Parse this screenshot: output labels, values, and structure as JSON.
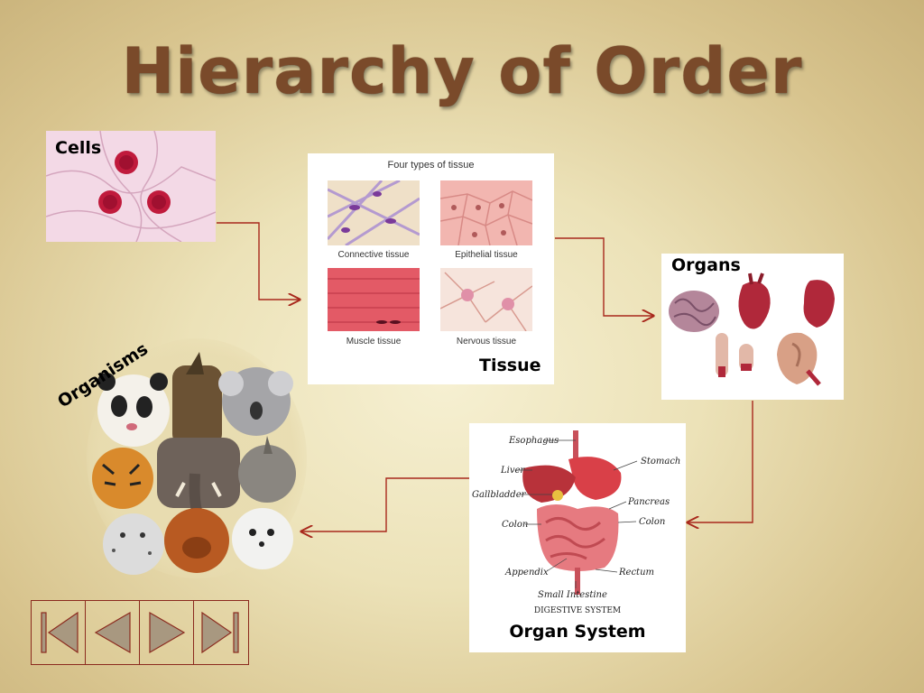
{
  "title": "Hierarchy of Order",
  "cells": {
    "label": "Cells"
  },
  "tissue": {
    "label": "Tissue",
    "heading": "Four types of tissue",
    "types": [
      "Connective tissue",
      "Epithelial tissue",
      "Muscle tissue",
      "Nervous tissue"
    ]
  },
  "organs": {
    "label": "Organs"
  },
  "organ_system": {
    "label": "Organ System",
    "caption": "DIGESTIVE SYSTEM",
    "parts": [
      "Esophagus",
      "Stomach",
      "Liver",
      "Gallbladder",
      "Pancreas",
      "Colon",
      "Colon",
      "Appendix",
      "Rectum",
      "Small Intestine"
    ]
  },
  "organisms": {
    "label": "Organisms"
  },
  "nav": {
    "buttons": [
      "first-slide",
      "previous-slide",
      "next-slide",
      "last-slide"
    ]
  },
  "colors": {
    "title": "#7a4a2a",
    "arrow": "#a8281c",
    "nav_border": "#8b2a1e"
  }
}
